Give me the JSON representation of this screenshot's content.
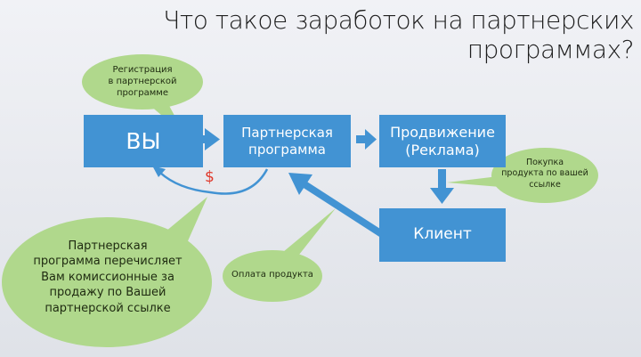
{
  "title": "Что такое заработок на партнерских программах?",
  "colors": {
    "box_fill": "#4293d3",
    "bubble_fill": "#b0d88c",
    "arrow": "#4293d3",
    "dollar": "#e0392b"
  },
  "boxes": {
    "you": {
      "lines": [
        "ВЫ"
      ]
    },
    "program": {
      "lines": [
        "Партнерская",
        "программа"
      ]
    },
    "promo": {
      "lines": [
        "Продвижение",
        "(Реклама)"
      ]
    },
    "client": {
      "lines": [
        "Клиент"
      ]
    }
  },
  "bubbles": {
    "registration": {
      "lines": [
        "Регистрация",
        "в партнерской",
        "программе"
      ]
    },
    "purchase": {
      "lines": [
        "Покупка",
        "продукта по вашей",
        "ссылке"
      ]
    },
    "payment": {
      "lines": [
        "Оплата продукта"
      ]
    },
    "commission": {
      "lines": [
        "Партнерская",
        "программа перечисляет",
        "Вам комиссионные за",
        "продажу по Вашей",
        "партнерской ссылке"
      ]
    }
  },
  "money_symbol": "$",
  "icons": {
    "arrow_you_to_program": "arrow-right",
    "arrow_program_to_promo": "arrow-right",
    "arrow_promo_to_client": "arrow-down",
    "arrow_client_to_program": "arrow-up-left",
    "arrow_program_to_you": "curved-arrow"
  }
}
